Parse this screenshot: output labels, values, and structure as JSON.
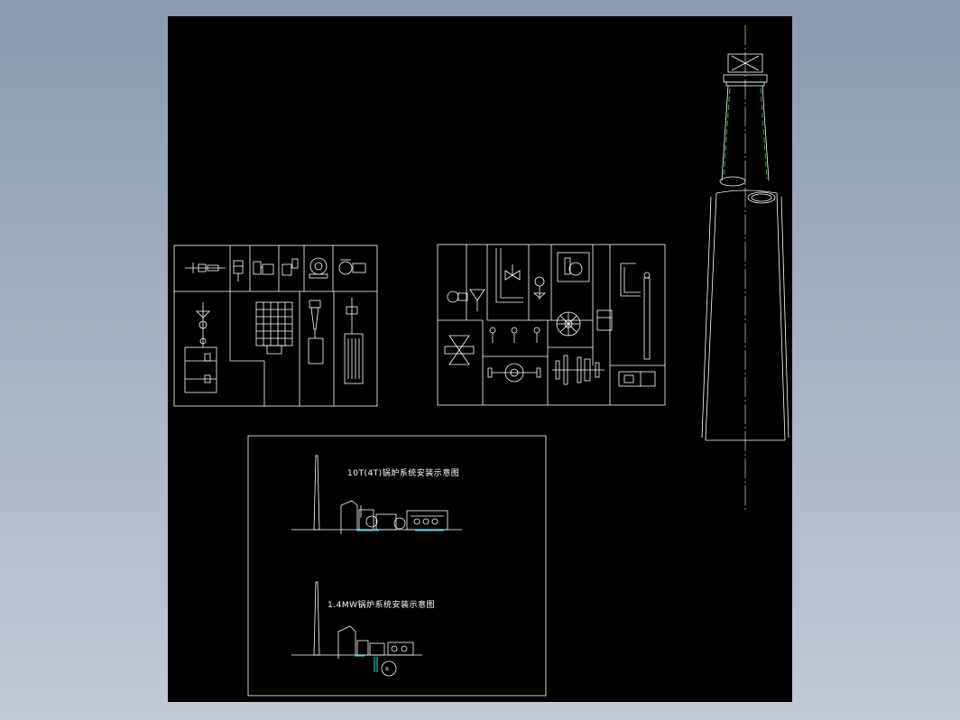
{
  "colors": {
    "background": "#000000",
    "line": "#ffffff",
    "accent_green": "#22cc44",
    "accent_cyan": "#00ccdd"
  },
  "diagram": {
    "section_a": {
      "title": "10T(4T)锅炉系统安装示意图"
    },
    "section_b": {
      "title": "1.4MW锅炉系统安装示意图",
      "callout": "泵"
    }
  }
}
